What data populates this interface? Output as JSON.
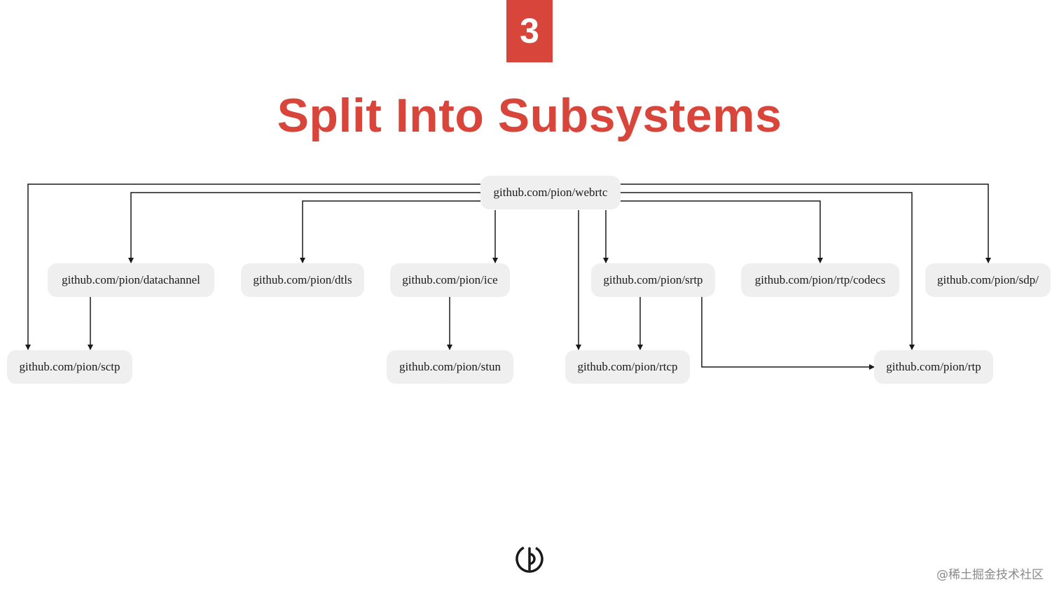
{
  "slide": {
    "number": "3",
    "title": "Split Into Subsystems",
    "watermark": "@稀土掘金技术社区"
  },
  "nodes": {
    "webrtc": "github.com/pion/webrtc",
    "datachannel": "github.com/pion/datachannel",
    "dtls": "github.com/pion/dtls",
    "ice": "github.com/pion/ice",
    "srtp": "github.com/pion/srtp",
    "rtp_codecs": "github.com/pion/rtp/codecs",
    "sdp": "github.com/pion/sdp/",
    "sctp": "github.com/pion/sctp",
    "stun": "github.com/pion/stun",
    "rtcp": "github.com/pion/rtcp",
    "rtp": "github.com/pion/rtp"
  },
  "edges": [
    {
      "from": "webrtc",
      "to": "sctp"
    },
    {
      "from": "webrtc",
      "to": "datachannel"
    },
    {
      "from": "webrtc",
      "to": "dtls"
    },
    {
      "from": "webrtc",
      "to": "ice"
    },
    {
      "from": "webrtc",
      "to": "rtcp"
    },
    {
      "from": "webrtc",
      "to": "srtp"
    },
    {
      "from": "webrtc",
      "to": "rtp_codecs"
    },
    {
      "from": "webrtc",
      "to": "rtp"
    },
    {
      "from": "webrtc",
      "to": "sdp"
    },
    {
      "from": "datachannel",
      "to": "sctp"
    },
    {
      "from": "ice",
      "to": "stun"
    },
    {
      "from": "srtp",
      "to": "rtcp"
    },
    {
      "from": "srtp",
      "to": "rtp"
    }
  ],
  "colors": {
    "accent": "#d8453b",
    "node_fill": "#efefef",
    "edge": "#1a1a1a"
  },
  "icons": {
    "logo": "pion-logo-icon"
  }
}
